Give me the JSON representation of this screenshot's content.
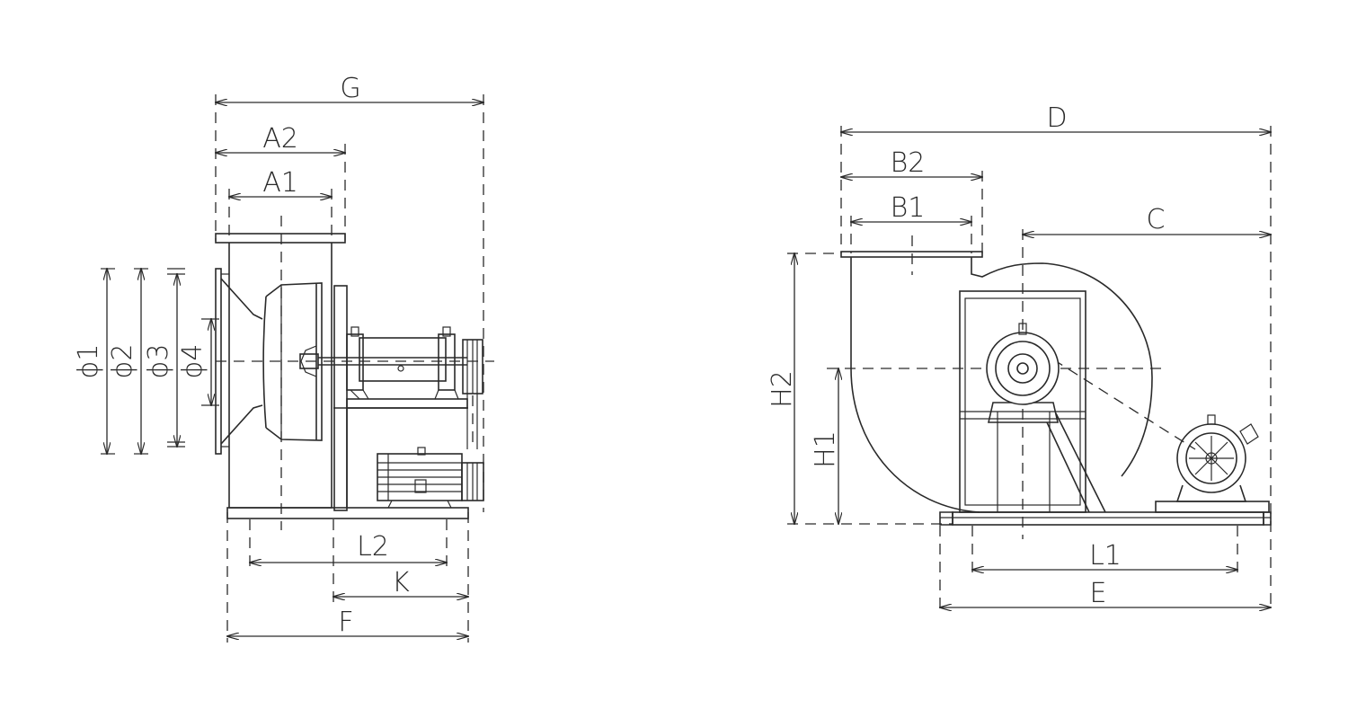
{
  "diagram": {
    "side_view": {
      "labels": {
        "G": "G",
        "A2": "A2",
        "A1": "A1",
        "phi1": "ϕ1",
        "phi2": "ϕ2",
        "phi3": "ϕ3",
        "phi4": "ϕ4",
        "L2": "L2",
        "K": "K",
        "F": "F"
      }
    },
    "front_view": {
      "labels": {
        "D": "D",
        "B2": "B2",
        "B1": "B1",
        "C": "C",
        "H2": "H2",
        "H1": "H1",
        "L1": "L1",
        "E": "E"
      }
    },
    "colors": {
      "line": "#2a2a2a",
      "background": "#ffffff"
    }
  }
}
